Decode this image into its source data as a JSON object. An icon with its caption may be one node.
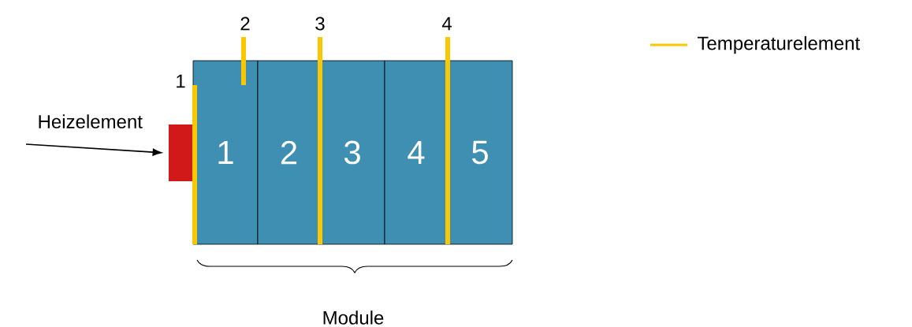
{
  "diagram": {
    "nodes": [
      {
        "text": [
          "1"
        ]
      },
      {
        "text": [
          "2"
        ]
      },
      {
        "text": [
          "3"
        ]
      },
      {
        "text": [
          "4"
        ]
      },
      {
        "text": [
          "5"
        ]
      },
      {
        "text": [],
        "shape": "box"
      }
    ],
    "edges": [
      {
        "from": null,
        "to": 5,
        "arrow": "to",
        "label": "Heizelement"
      }
    ],
    "labels": [
      "1",
      "2",
      "3",
      "4",
      "Module"
    ],
    "legend": [
      {
        "text": "Temperaturelement"
      }
    ]
  }
}
